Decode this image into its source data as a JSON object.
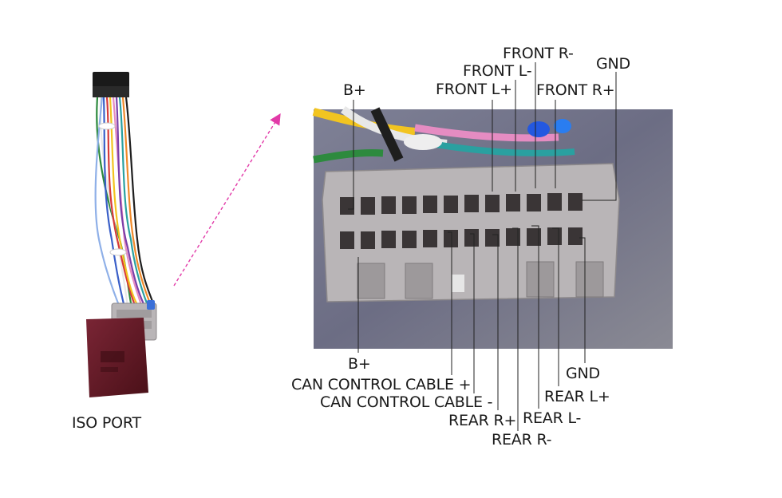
{
  "caption": "ISO PORT",
  "top_labels": {
    "b_plus": "B+",
    "front_l_plus": "FRONT L+",
    "front_l_minus": "FRONT L-",
    "front_r_minus": "FRONT R-",
    "front_r_plus": "FRONT R+",
    "gnd": "GND"
  },
  "bottom_labels": {
    "b_plus": "B+",
    "can_plus": "CAN CONTROL CABLE +",
    "can_minus": "CAN CONTROL CABLE -",
    "rear_r_plus": "REAR R+",
    "rear_r_minus": "REAR R-",
    "rear_l_minus": "REAR L-",
    "rear_l_plus": "REAR L+",
    "gnd": "GND"
  },
  "colors": {
    "arrow": "#e23aa8",
    "leader": "#222222",
    "photo_bg": "#6e6f86",
    "connector": "#b9b5b7",
    "module": "#6b1d2a"
  }
}
